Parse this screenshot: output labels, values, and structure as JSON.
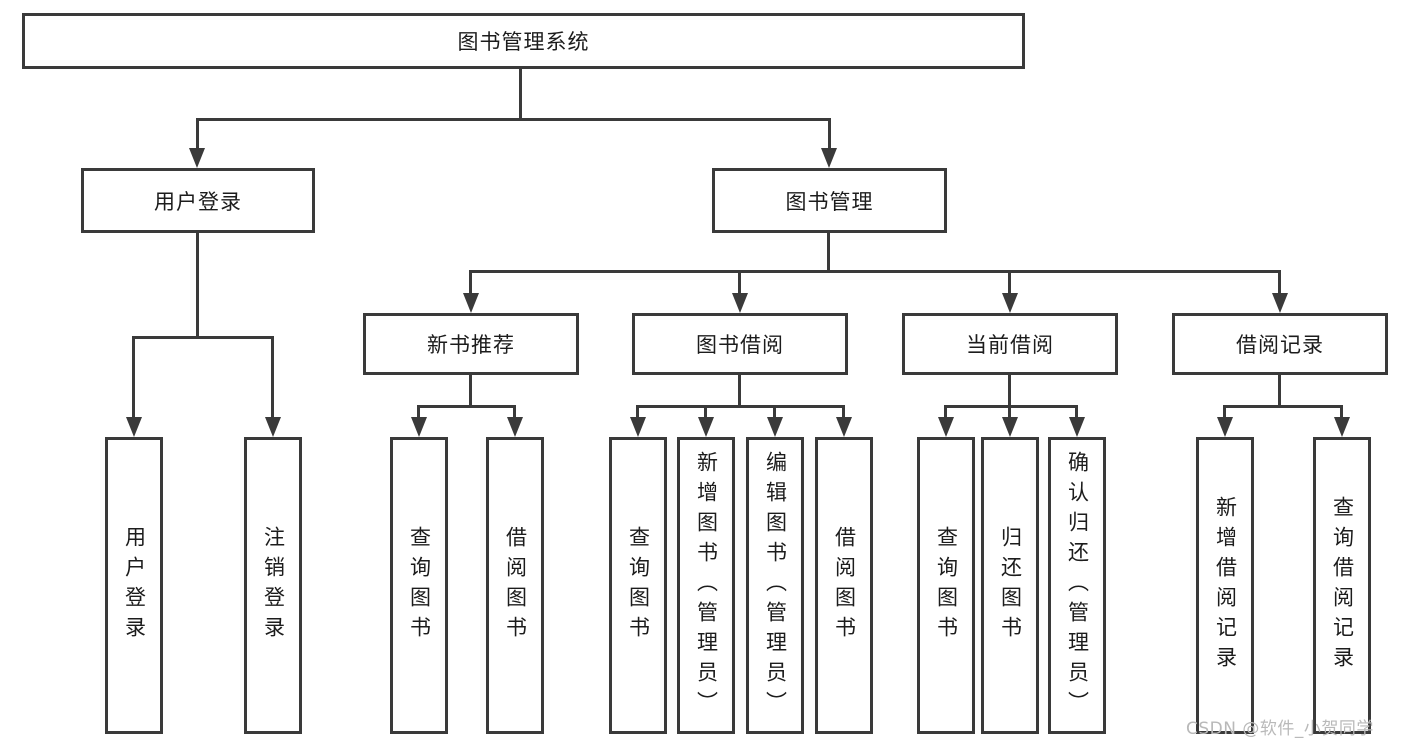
{
  "diagram": {
    "root": {
      "label": "图书管理系统"
    },
    "level2": [
      {
        "label": "用户登录"
      },
      {
        "label": "图书管理"
      }
    ],
    "level3": [
      {
        "label": "新书推荐"
      },
      {
        "label": "图书借阅"
      },
      {
        "label": "当前借阅"
      },
      {
        "label": "借阅记录"
      }
    ],
    "leaves": [
      {
        "label": "用户登录"
      },
      {
        "label": "注销登录"
      },
      {
        "label": "查询图书"
      },
      {
        "label": "借阅图书"
      },
      {
        "label": "查询图书"
      },
      {
        "label": "新增图书（管理员）"
      },
      {
        "label": "编辑图书（管理员）"
      },
      {
        "label": "借阅图书"
      },
      {
        "label": "查询图书"
      },
      {
        "label": "归还图书"
      },
      {
        "label": "确认归还（管理员）"
      },
      {
        "label": "新增借阅记录"
      },
      {
        "label": "查询借阅记录"
      }
    ]
  },
  "watermark": {
    "text": "CSDN @软件_小贺同学"
  },
  "colors": {
    "line": "#3a3a3a",
    "text": "#1c1c1c",
    "watermark": "#b9b9b9",
    "background": "#ffffff"
  }
}
